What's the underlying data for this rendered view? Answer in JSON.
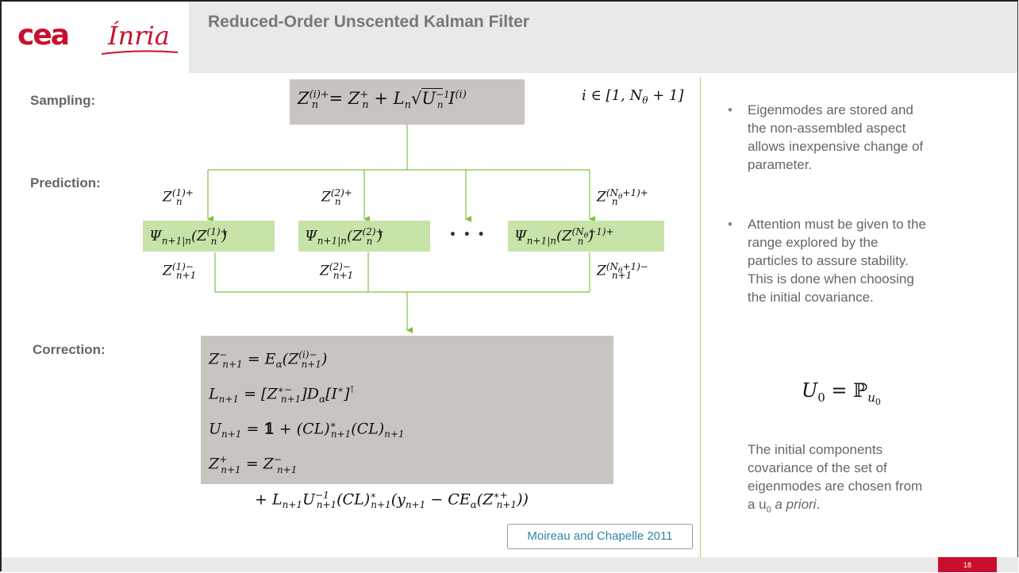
{
  "header": {
    "title": "Reduced-Order Unscented Kalman Filter",
    "logo_left": "cea",
    "logo_right": "Inria"
  },
  "diagram": {
    "sampling_label": "Sampling:",
    "prediction_label": "Prediction:",
    "correction_label": "Correction:",
    "index_range": "i ∈ [1, N_θ + 1]",
    "sampling_formula": "Z_n^{(i)+} = Z_n^+ + L_n √(U_n^{-1}) I^{(i)}",
    "ellipsis": "• • •",
    "predictions": [
      {
        "input": "Z_n^{(1)+}",
        "op": "Ψ_{n+1|n}(Z_n^{(1)+})",
        "output": "Z_{n+1}^{(1)-}"
      },
      {
        "input": "Z_n^{(2)+}",
        "op": "Ψ_{n+1|n}(Z_n^{(2)+})",
        "output": "Z_{n+1}^{(2)-}"
      },
      {
        "input": "Z_n^{(N_θ+1)+}",
        "op": "Ψ_{n+1|n}(Z_n^{(N_θ+1)+})",
        "output": "Z_{n+1}^{(N_θ+1)-}"
      }
    ],
    "correction_lines": [
      "Z_{n+1}^- = E_α(Z_{n+1}^{(i)-})",
      "L_{n+1} = [Z_{n+1}^{*-}] D_α [I^*]^T",
      "U_{n+1} = 1 + (CL)_{n+1}^* (CL)_{n+1}",
      "Z_{n+1}^+ = Z_{n+1}^-",
      "+ L_{n+1} U_{n+1}^{-1} (CL)_{n+1}^* (y_{n+1} − C E_α(Z_{n+1}^{*+}))"
    ],
    "citation": "Moireau and Chapelle 2011"
  },
  "right": {
    "bullets": [
      "Eigenmodes are stored and the non-assembled aspect allows inexpensive change of parameter.",
      "Attention must be given to the range explored by the particles to assure stability. This is done when choosing the initial covariance."
    ],
    "formula": "U_0 = ℙ_{u_0}",
    "paragraph": "The initial components covariance of the set of eigenmodes are chosen from a u_0 a priori."
  },
  "footer": {
    "page_number": "18"
  },
  "colors": {
    "accent_red": "#c8102e",
    "green": "#7fc241",
    "gray_box": "#c8c5c1",
    "green_box": "#c6e4a8"
  }
}
